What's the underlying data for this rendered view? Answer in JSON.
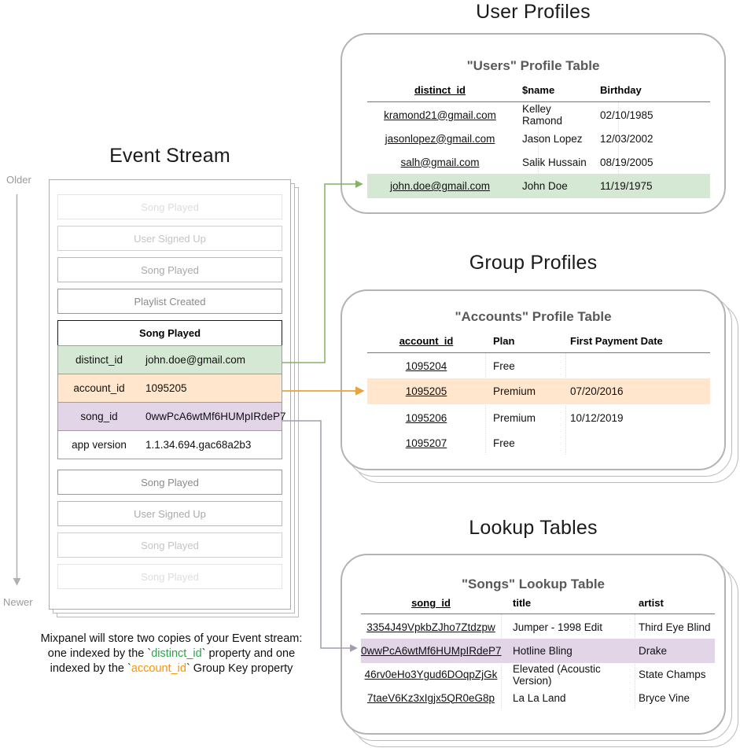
{
  "colors": {
    "green_fill": "#d5e8d4",
    "orange_fill": "#ffe6cc",
    "purple_fill": "#e1d5e7",
    "green_arrow": "#82b366",
    "orange_arrow": "#e8a33d",
    "purple_arrow": "#a59cb0",
    "timeline_gray": "#b0b0b0",
    "caption_green": "#2fa24c",
    "caption_orange": "#ff9300"
  },
  "event_stream": {
    "title": "Event Stream",
    "older_label": "Older",
    "newer_label": "Newer",
    "events_before": [
      "Song Played",
      "User Signed Up",
      "Song Played",
      "Playlist Created"
    ],
    "expanded_event": {
      "name": "Song Played",
      "properties": [
        {
          "key": "distinct_id",
          "value": "john.doe@gmail.com",
          "highlight": "green"
        },
        {
          "key": "account_id",
          "value": "1095205",
          "highlight": "orange"
        },
        {
          "key": "song_id",
          "value": "0wwPcA6wtMf6HUMpIRdeP7",
          "highlight": "purple"
        },
        {
          "key": "app version",
          "value": "1.1.34.694.gac68a2b3",
          "highlight": "none"
        }
      ]
    },
    "events_after": [
      "Song Played",
      "User Signed Up",
      "Song Played",
      "Song Played"
    ],
    "caption": {
      "line1": "Mixpanel will store two copies of your Event stream:",
      "line2_pre": "one indexed by the `",
      "line2_key": "distinct_id",
      "line2_post": "` property and one",
      "line3_pre": "indexed by the `",
      "line3_key": "account_id",
      "line3_post": "` Group Key property"
    }
  },
  "user_profiles": {
    "section_title": "User Profiles",
    "table_title": "\"Users\" Profile Table",
    "columns": [
      "distinct_id",
      "$name",
      "Birthday"
    ],
    "rows": [
      [
        "kramond21@gmail.com",
        "Kelley Ramond",
        "02/10/1985"
      ],
      [
        "jasonlopez@gmail.com",
        "Jason Lopez",
        "12/03/2002"
      ],
      [
        "salh@gmail.com",
        "Salik Hussain",
        "08/19/2005"
      ],
      [
        "john.doe@gmail.com",
        "John Doe",
        "11/19/1975"
      ]
    ],
    "highlighted_row": 3,
    "highlight_color": "#d5e8d4"
  },
  "group_profiles": {
    "section_title": "Group Profiles",
    "table_title": "\"Accounts\" Profile Table",
    "columns": [
      "account_id",
      "Plan",
      "First Payment Date"
    ],
    "rows": [
      [
        "1095204",
        "Free",
        ""
      ],
      [
        "1095205",
        "Premium",
        "07/20/2016"
      ],
      [
        "1095206",
        "Premium",
        "10/12/2019"
      ],
      [
        "1095207",
        "Free",
        ""
      ]
    ],
    "highlighted_row": 1,
    "highlight_color": "#ffe6cc"
  },
  "lookup_tables": {
    "section_title": "Lookup Tables",
    "table_title": "\"Songs\" Lookup Table",
    "columns": [
      "song_id",
      "title",
      "artist"
    ],
    "rows": [
      [
        "3354J49VpkbZJho7Ztdzpw",
        "Jumper - 1998 Edit",
        "Third Eye Blind"
      ],
      [
        "0wwPcA6wtMf6HUMpIRdeP7",
        "Hotline Bling",
        "Drake"
      ],
      [
        "46rv0eHo3Ygud6DOqpZjGk",
        "Elevated (Acoustic Version)",
        "State Champs"
      ],
      [
        "7taeV6Kz3xIgjx5QR0eG8p",
        "La La Land",
        "Bryce Vine"
      ]
    ],
    "highlighted_row": 1,
    "highlight_color": "#e1d5e7"
  }
}
